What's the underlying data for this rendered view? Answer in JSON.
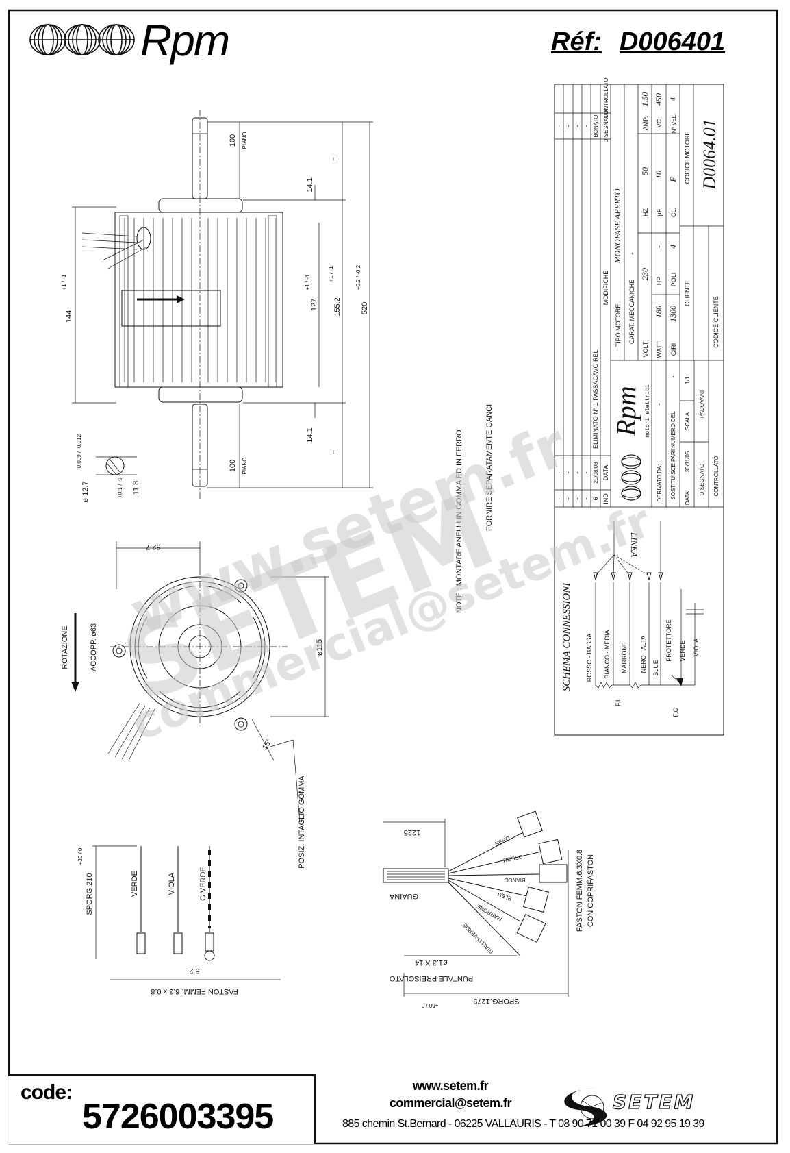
{
  "header": {
    "logo_text": "Rpm",
    "ref_label": "Réf:",
    "ref_value": "D006401"
  },
  "side_view": {
    "dim_piano_top": "100",
    "piano_label": "PIANO",
    "dim_piano_bottom": "100",
    "dim_14_1_top": "14.1",
    "dim_14_1_bottom": "14.1",
    "equal_sign": "=",
    "dim_144": "144",
    "tol_144": "+1 / -1",
    "dim_127": "127",
    "tol_127": "+1 / -1",
    "dim_155": "155.2",
    "tol_155": "+1 / -1",
    "dim_520": "520",
    "tol_520": "+0.2 / -0.2",
    "shaft_dia": "ø 12.7",
    "shaft_tol": "-0.009 / -0.012",
    "flat_dim": "11.8",
    "flat_tol": "+0.1 / -0"
  },
  "note": {
    "line1": "NOTE : MONTARE ANELLI IN GOMMA ED IN FERRO",
    "line2": "FORNIRE SEPARATAMENTE GANCI"
  },
  "front_view": {
    "dim_62_7": "62.7",
    "rotation_label": "ROTAZIONE",
    "coupling_label": "ACCOPP. ø63",
    "dim_115": "ø115",
    "angle": "15°",
    "rubber_notch": "POSIZ. INTAGLIO GOMMA"
  },
  "earth_leads": {
    "sporg": "SPORG.210",
    "sporg_tol": "+30 / 0",
    "wires": [
      "VERDE",
      "VIOLA",
      "G.VERDE"
    ],
    "dim_5_2": "5.2",
    "faston": "FASTON FEMM. 6.3 x 0.8"
  },
  "harness": {
    "dim_1225": "1225",
    "sheath": "GUAINA",
    "wires": [
      "NERO",
      "ROSSO",
      "BIANCO",
      "BLEU",
      "MARRONE",
      "GIALLO-VERDE"
    ],
    "terminal_size": "ø1.3 X 14",
    "terminal": "PUNTALE PREISOLATO",
    "sporg": "SPORG.1275",
    "sporg_tol": "+50 / 0",
    "faston_line1": "FASTON FEMM.6.3X0.8",
    "faston_line2": "CON COPRIFASTON"
  },
  "title_block": {
    "revisions": [
      {
        "ind": "-",
        "data": "-",
        "desc": "",
        "drawn": "-"
      },
      {
        "ind": "-",
        "data": "-",
        "desc": "",
        "drawn": "-"
      },
      {
        "ind": "-",
        "data": "-",
        "desc": "",
        "drawn": "-"
      },
      {
        "ind": "-",
        "data": "-",
        "desc": "",
        "drawn": "-"
      },
      {
        "ind": "6",
        "data": "29/08/08",
        "desc": "ELIMINATO N° 1 PASSACAVO RBL",
        "drawn": "BONATO"
      }
    ],
    "rev_header": {
      "ind": "IND",
      "data": "DATA",
      "desc": "MODIFICHE",
      "drawn": "DISEGNATO",
      "checked": "CONTROLLATO"
    },
    "tipo_motore_label": "TIPO MOTORE",
    "tipo_motore": "MONOFASE APERTO",
    "carat_label": "CARAT. MECCANICHE",
    "carat_value": "-",
    "volt_label": "VOLT",
    "volt": "230",
    "hz_label": "HZ",
    "hz": "50",
    "amp_label": "AMP.",
    "amp": "1.50",
    "watt_label": "WATT",
    "watt": "180",
    "hp_label": "HP",
    "hp": "-",
    "uf_label": "µF",
    "uf": "10",
    "vc_label": "VC",
    "vc": "450",
    "giri_label": "GIRI",
    "giri": "1300",
    "poli_label": "POLI",
    "poli": "4",
    "cl_label": "CL.",
    "cl": "F",
    "nvel_label": "N° VEL.",
    "nvel": "4",
    "codice_motore_label": "CODICE MOTORE",
    "codice_motore": "D0064.01",
    "cliente_label": "CLIENTE",
    "codice_cliente_label": "CODICE CLIENTE",
    "logo_text": "Rpm",
    "logo_sub": "motori elettrici",
    "derivato_label": "DERIVATO DA:",
    "derivato": "-",
    "sostituisce_label": "SOSTITUISCE PARI NUMERO DEL",
    "sostituisce": "-",
    "data_label": "DATA",
    "data": "30/11/05",
    "scala_label": "SCALA",
    "scala": "1/1",
    "disegnato_label": "DISEGNATO",
    "disegnato": "PADOVANI",
    "controllato_label": "CONTROLLATO"
  },
  "schema": {
    "title": "SCHEMA CONNESSIONI",
    "linea": "LINEA",
    "wires": [
      "ROSSO - BASSA",
      "BIANCO - MEDIA",
      "MARRONE",
      "NERO - ALTA",
      "BLUE",
      "PROTETTORE",
      "VERDE",
      "VIOLA"
    ],
    "fl": "F.L",
    "fc": "F.C"
  },
  "watermark": {
    "site": "www.setem.fr",
    "brand": "SETEM",
    "email": "commercial@setem.fr"
  },
  "footer": {
    "code_label": "code:",
    "code_value": "5726003395",
    "website": "www.setem.fr",
    "email": "commercial@setem.fr",
    "address": "885 chemin St.Bernard  -  06225 VALLAURIS  -  T 08 90 71 00 39   F 04 92 95 19 39",
    "brand": "SETEM"
  }
}
